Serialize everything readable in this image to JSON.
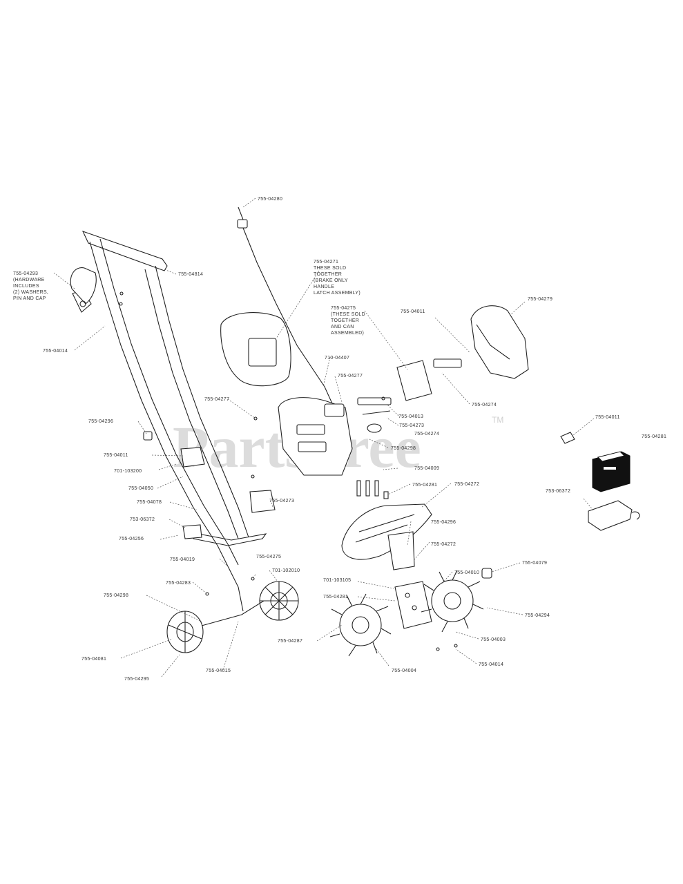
{
  "watermark": {
    "brand": "PartsTree",
    "trademark": "TM"
  },
  "callouts": {
    "c01": "755-04280",
    "c02": "755-04271",
    "c02_note": [
      "THESE SOLD",
      "TOGETHER",
      "(BRAKE ONLY",
      "HANDLE",
      "LATCH ASSEMBLY)"
    ],
    "c03": "755-04814",
    "c04": "755-04293",
    "c04_note": [
      "(HARDWARE",
      "INCLUDES",
      "(2) WASHERS,",
      "PIN AND CAP"
    ],
    "c05": "755-04014",
    "c06": "755-04275",
    "c06_note": [
      "(THESE SOLD",
      "TOGETHER",
      "AND CAN",
      "ASSEMBLED)"
    ],
    "c07": "755-04011",
    "c08": "755-04279",
    "c09": "710-04407",
    "c10": "755-04277",
    "c11": "755-04274",
    "c12": "755-04013",
    "c13": "755-04273",
    "c14": "755-04274",
    "c15": "755-04298",
    "c16": "755-04277",
    "c17": "755-04296",
    "c18": "755-04011",
    "c19": "755-04009",
    "c20": "755-04281",
    "c21": "755-04272",
    "c22": "701-103200",
    "c23": "755-04050",
    "c24": "755-04078",
    "c25": "753-06372",
    "c26": "755-04273",
    "c27": "755-04296",
    "c28": "755-04272",
    "c29": "755-04275",
    "c30": "755-04256",
    "c31": "755-04019",
    "c32": "755-04283",
    "c33": "755-04298",
    "c34": "755-04011",
    "c35": "701-102010",
    "c36": "755-04281",
    "c37": "701-103105",
    "c38": "755-04281",
    "c39": "755-04010",
    "c40": "755-04079",
    "c41": "755-04294",
    "c42": "755-04287",
    "c43": "755-04003",
    "c44": "755-04081",
    "c45": "755-04295",
    "c46": "755-04015",
    "c47": "755-04004",
    "c48": "755-04014"
  }
}
